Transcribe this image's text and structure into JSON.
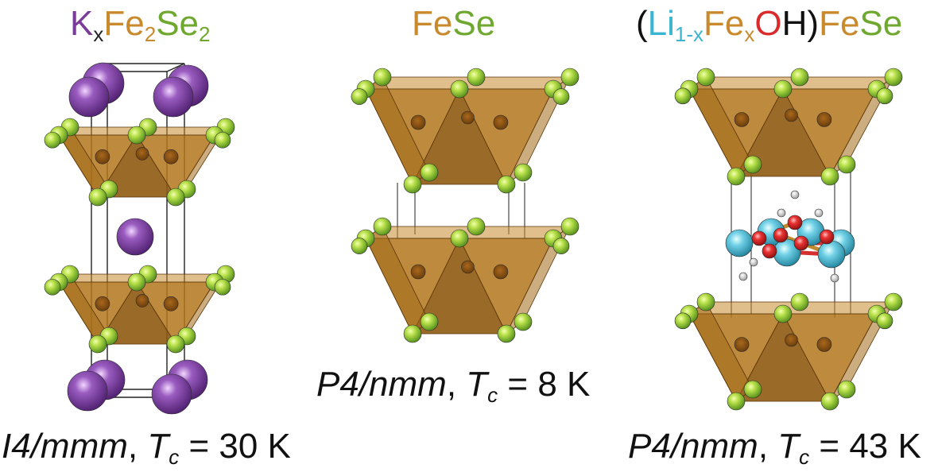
{
  "colors": {
    "potassium": "#7a3b9a",
    "iron": "#c98a2e",
    "selenium": "#6fa82e",
    "lithium": "#3bb6d2",
    "oxygen": "#d92b2b",
    "hydrogen": "#a9a9a9",
    "tetrahedron": "#b77a20"
  },
  "panels": [
    {
      "title": [
        {
          "text": "K",
          "sub": "x",
          "color": "potassium"
        },
        {
          "text": "Fe",
          "sub": "2",
          "color": "iron"
        },
        {
          "text": "Se",
          "sub": "2",
          "color": "selenium"
        }
      ],
      "space_group": "I4/mmm",
      "tc_symbol": "T",
      "tc_sub": "c",
      "tc_value": "= 30 K"
    },
    {
      "title": [
        {
          "text": "Fe",
          "sub": "",
          "color": "iron"
        },
        {
          "text": "Se",
          "sub": "",
          "color": "selenium"
        }
      ],
      "space_group": "P4/nmm",
      "tc_symbol": "T",
      "tc_sub": "c",
      "tc_value": "= 8 K"
    },
    {
      "title": [
        {
          "text": "(",
          "sub": "",
          "color": ""
        },
        {
          "text": "Li",
          "sub": "1-x",
          "color": "lithium"
        },
        {
          "text": "Fe",
          "sub": "x",
          "color": "iron"
        },
        {
          "text": "O",
          "sub": "",
          "color": "oxygen"
        },
        {
          "text": "H",
          "sub": "",
          "color": ""
        },
        {
          "text": ")",
          "sub": "",
          "color": ""
        },
        {
          "text": "Fe",
          "sub": "",
          "color": "iron"
        },
        {
          "text": "Se",
          "sub": "",
          "color": "selenium"
        }
      ],
      "space_group": "P4/nmm",
      "tc_symbol": "T",
      "tc_sub": "c",
      "tc_value": "= 43 K"
    }
  ]
}
